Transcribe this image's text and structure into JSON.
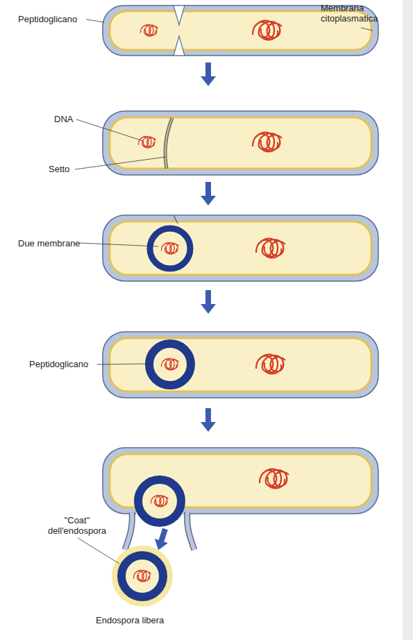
{
  "diagram": {
    "labels": [
      "Peptidoglicano",
      "Membrana citoplasmatica",
      "DNA",
      "Setto",
      "Due membrane",
      "Peptidoglicano",
      "\"Coat\" dell'endospora",
      "Endospora libera"
    ]
  }
}
